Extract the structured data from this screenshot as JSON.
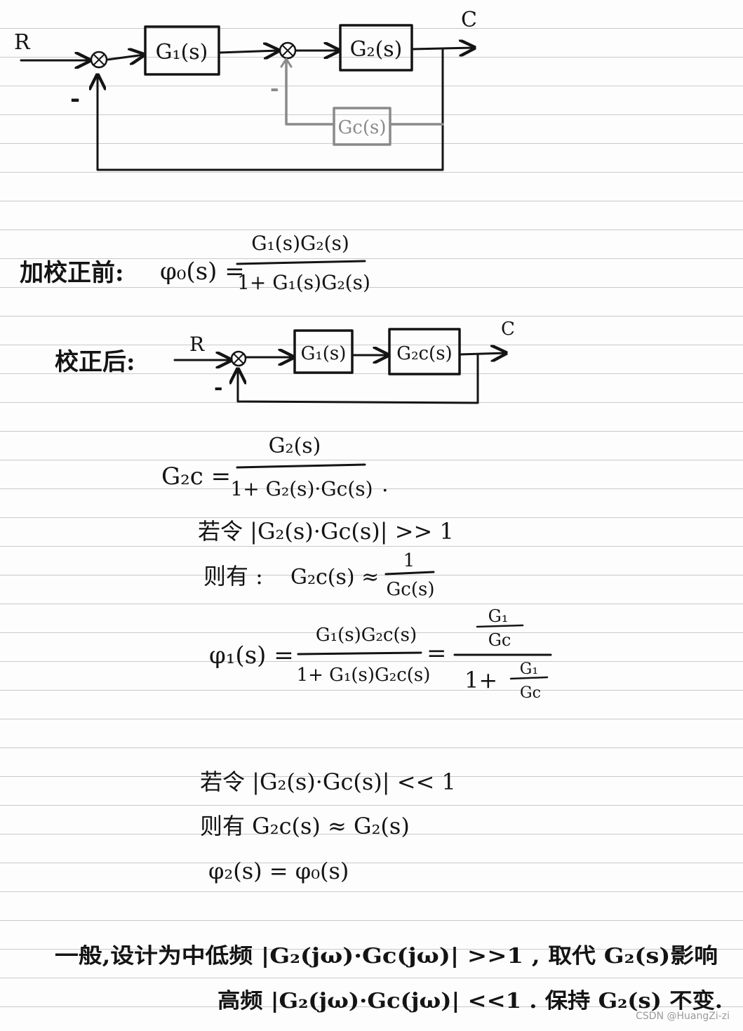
{
  "colors": {
    "ink": "#141414",
    "pencil": "#8a8a8a",
    "paper": "#fdfdfd",
    "rule": "#c9c9c9"
  },
  "top_diagram": {
    "input": "R",
    "output": "C",
    "minus": "-",
    "block_g1": "G₁(s)",
    "block_g2": "G₂(s)",
    "block_gc": "Gc(s)"
  },
  "before": {
    "label": "加校正前:",
    "lhs": "φ₀(s) =",
    "num": "G₁(s)G₂(s)",
    "den": "1+ G₁(s)G₂(s)"
  },
  "after": {
    "label": "校正后:",
    "input": "R",
    "output": "C",
    "minus": "-",
    "block_g1": "G₁(s)",
    "block_g2c": "G₂c(s)"
  },
  "g2c": {
    "lhs": "G₂c =",
    "num": "G₂(s)",
    "den": "1+ G₂(s)·Gc(s)",
    "dot": "."
  },
  "case1": {
    "cond": "若令  |G₂(s)·Gc(s)| >> 1",
    "then_label": "则有 :",
    "approx_lhs": "G₂c(s) ≈",
    "approx_num": "1",
    "approx_den": "Gc(s)"
  },
  "phi1": {
    "lhs": "φ₁(s) =",
    "num": "G₁(s)G₂c(s)",
    "den": "1+ G₁(s)G₂c(s)",
    "eq": "=",
    "rhs_num_top": "G₁",
    "rhs_num_bot": "Gc",
    "rhs_den_prefix": "1+",
    "rhs_den_top": "G₁",
    "rhs_den_bot": "Gc"
  },
  "case2": {
    "cond": "若令  |G₂(s)·Gc(s)| << 1",
    "then": "则有    G₂c(s) ≈ G₂(s)",
    "phi2": "φ₂(s) = φ₀(s)"
  },
  "summary": {
    "line1": "一般,设计为中低频 |G₂(jω)·Gc(jω)| >>1 , 取代 G₂(s)影响",
    "line2": "高频 |G₂(jω)·Gc(jω)| <<1 . 保持 G₂(s) 不变."
  },
  "watermark": "CSDN @HuangZi-zi"
}
